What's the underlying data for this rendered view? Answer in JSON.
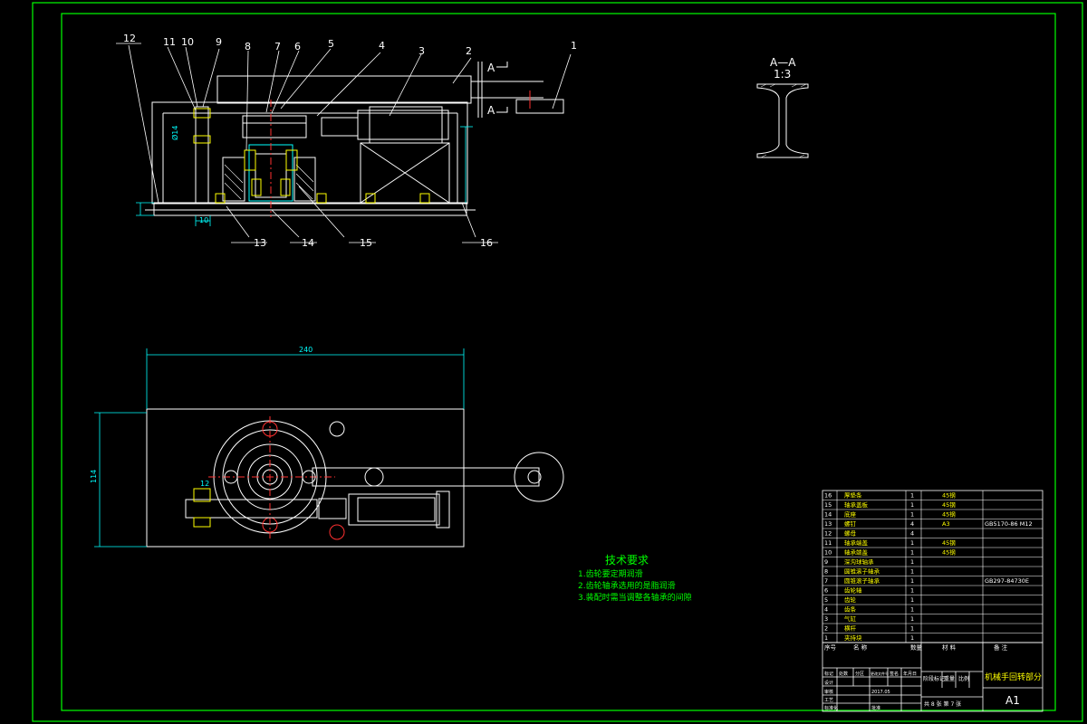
{
  "colors": {
    "background": "#000000",
    "frame": "#00ff00",
    "outline": "#ffffff",
    "dimension": "#00ffff",
    "label": "#ffffff",
    "center_line": "#ff3030",
    "yellow_text": "#ffff00"
  },
  "callouts": [
    "1",
    "2",
    "3",
    "4",
    "5",
    "6",
    "7",
    "8",
    "9",
    "10",
    "11",
    "12",
    "13",
    "14",
    "15",
    "16"
  ],
  "section_view": {
    "marker_top": "A",
    "marker_bottom": "A",
    "title": "A—A",
    "scale": "1:3"
  },
  "dimensions": {
    "shaft_diameter": "Ø14",
    "width_240": "240",
    "height_114": "114",
    "gap_10": "10",
    "side_12": "12"
  },
  "tech_requirements": {
    "title": "技术要求",
    "items": [
      "1.齿轮要定期润滑",
      "2.齿轮轴承选用的是脂润滑",
      "3.装配时需当调整各轴承的间隙"
    ]
  },
  "parts_list": {
    "rows": [
      {
        "no": "16",
        "name": "厚垫条",
        "qty": "1",
        "mat": "45钢",
        "std": ""
      },
      {
        "no": "15",
        "name": "轴承盖板",
        "qty": "1",
        "mat": "45钢",
        "std": ""
      },
      {
        "no": "14",
        "name": "底座",
        "qty": "1",
        "mat": "45钢",
        "std": ""
      },
      {
        "no": "13",
        "name": "螺钉",
        "qty": "4",
        "mat": "A3",
        "std": "GB5170-86 M12"
      },
      {
        "no": "12",
        "name": "螺母",
        "qty": "4",
        "mat": "",
        "std": ""
      },
      {
        "no": "11",
        "name": "轴承端盖",
        "qty": "1",
        "mat": "45钢",
        "std": ""
      },
      {
        "no": "10",
        "name": "轴承端盖",
        "qty": "1",
        "mat": "45钢",
        "std": ""
      },
      {
        "no": "9",
        "name": "深沟球轴承",
        "qty": "1",
        "mat": "",
        "std": ""
      },
      {
        "no": "8",
        "name": "圆锥滚子轴承",
        "qty": "1",
        "mat": "",
        "std": ""
      },
      {
        "no": "7",
        "name": "圆锥滚子轴承",
        "qty": "1",
        "mat": "",
        "std": "GB297-84730E"
      },
      {
        "no": "6",
        "name": "齿轮轴",
        "qty": "1",
        "mat": "",
        "std": ""
      },
      {
        "no": "5",
        "name": "齿轮",
        "qty": "1",
        "mat": "",
        "std": ""
      },
      {
        "no": "4",
        "name": "齿条",
        "qty": "1",
        "mat": "",
        "std": ""
      },
      {
        "no": "3",
        "name": "气缸",
        "qty": "1",
        "mat": "",
        "std": ""
      },
      {
        "no": "2",
        "name": "横杆",
        "qty": "1",
        "mat": "",
        "std": ""
      },
      {
        "no": "1",
        "name": "夹持块",
        "qty": "1",
        "mat": "",
        "std": ""
      }
    ],
    "header": {
      "no": "序号",
      "name": "名 称",
      "qty": "数量",
      "mat": "材 料",
      "std": "备 注"
    }
  },
  "title_block": {
    "drawing_title": "机械手回转部分",
    "sheet_size": "A1",
    "sheet_info": "共 8 张 第 7 张",
    "stage_labels": [
      "阶段标记",
      "重量",
      "比例"
    ],
    "sign_rows": [
      "标记",
      "处数",
      "分区",
      "更改文件号",
      "签名",
      "年月日"
    ],
    "roles": [
      "设计",
      "审核",
      "工艺",
      "标准化",
      "批准"
    ],
    "designer_mark": "2017.05"
  }
}
